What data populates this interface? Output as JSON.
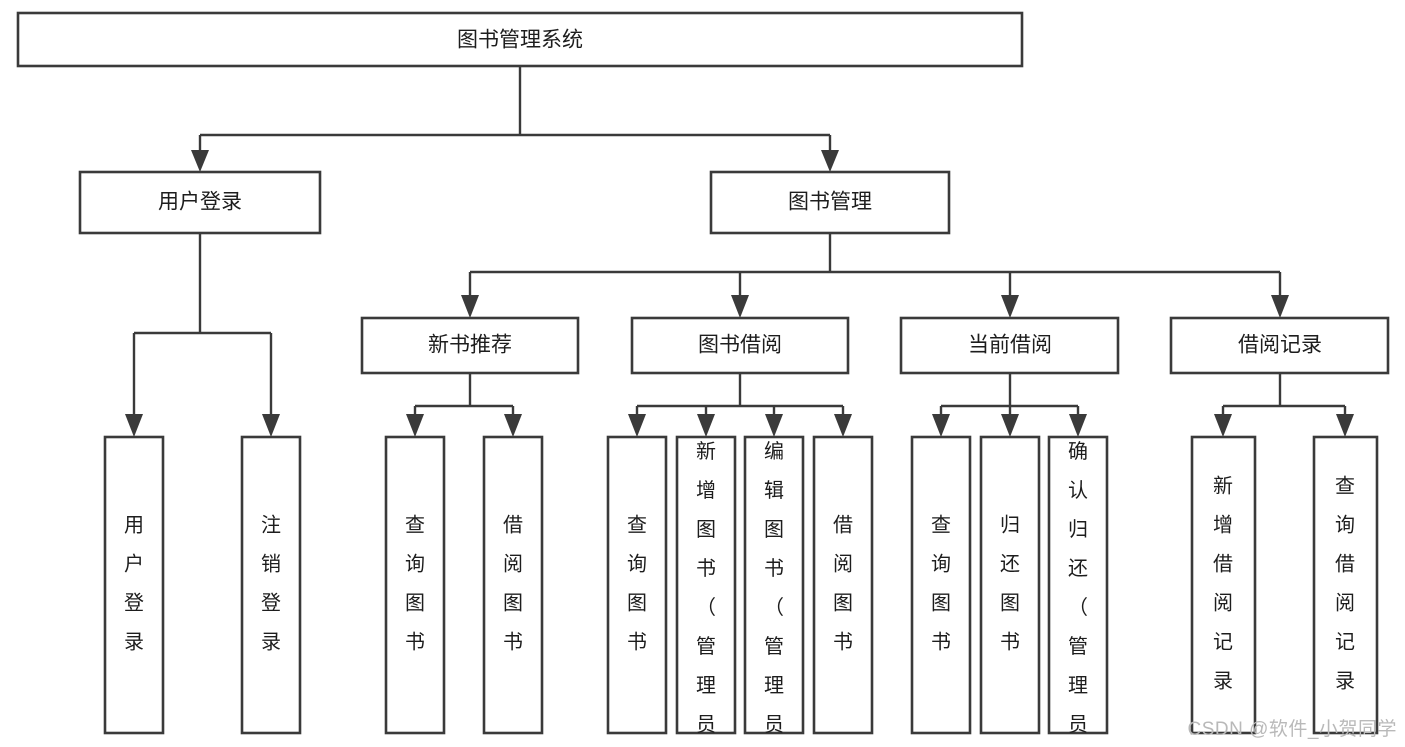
{
  "diagram": {
    "type": "tree",
    "orientation": "top-down",
    "title": "图书管理系统",
    "root": {
      "id": "root",
      "label": "图书管理系统",
      "orientation": "horizontal"
    },
    "level2": [
      {
        "id": "user-login",
        "label": "用户登录",
        "orientation": "horizontal"
      },
      {
        "id": "book-manage",
        "label": "图书管理",
        "orientation": "horizontal"
      }
    ],
    "level3": [
      {
        "id": "new-book-recommend",
        "label": "新书推荐",
        "orientation": "horizontal",
        "parent": "book-manage"
      },
      {
        "id": "book-borrow",
        "label": "图书借阅",
        "orientation": "horizontal",
        "parent": "book-manage"
      },
      {
        "id": "current-borrow",
        "label": "当前借阅",
        "orientation": "horizontal",
        "parent": "book-manage"
      },
      {
        "id": "borrow-record",
        "label": "借阅记录",
        "orientation": "horizontal",
        "parent": "book-manage"
      }
    ],
    "leaves": [
      {
        "id": "leaf-user-login",
        "label": "用户登录",
        "orientation": "vertical",
        "parent": "user-login"
      },
      {
        "id": "leaf-user-logout",
        "label": "注销登录",
        "orientation": "vertical",
        "parent": "user-login"
      },
      {
        "id": "leaf-query-book-1",
        "label": "查询图书",
        "orientation": "vertical",
        "parent": "new-book-recommend"
      },
      {
        "id": "leaf-borrow-book-1",
        "label": "借阅图书",
        "orientation": "vertical",
        "parent": "new-book-recommend"
      },
      {
        "id": "leaf-query-book-2",
        "label": "查询图书",
        "orientation": "vertical",
        "parent": "book-borrow"
      },
      {
        "id": "leaf-add-book",
        "label": "新增图书（管理员）",
        "orientation": "vertical",
        "parent": "book-borrow"
      },
      {
        "id": "leaf-edit-book",
        "label": "编辑图书（管理员）",
        "orientation": "vertical",
        "parent": "book-borrow"
      },
      {
        "id": "leaf-borrow-book-2",
        "label": "借阅图书",
        "orientation": "vertical",
        "parent": "book-borrow"
      },
      {
        "id": "leaf-query-book-3",
        "label": "查询图书",
        "orientation": "vertical",
        "parent": "current-borrow"
      },
      {
        "id": "leaf-return-book",
        "label": "归还图书",
        "orientation": "vertical",
        "parent": "current-borrow"
      },
      {
        "id": "leaf-confirm-return",
        "label": "确认归还（管理员）",
        "orientation": "vertical",
        "parent": "current-borrow"
      },
      {
        "id": "leaf-add-record",
        "label": "新增借阅记录",
        "orientation": "vertical",
        "parent": "borrow-record"
      },
      {
        "id": "leaf-query-record",
        "label": "查询借阅记录",
        "orientation": "vertical",
        "parent": "borrow-record"
      }
    ]
  },
  "watermark": {
    "text": "CSDN @软件_小贺同学"
  },
  "colors": {
    "background": "#ffffff",
    "box_fill": "#ffffff",
    "box_stroke": "#3a3a3a",
    "connector": "#3a3a3a",
    "text": "#1d1d1d",
    "watermark": "#b9b9b9"
  }
}
